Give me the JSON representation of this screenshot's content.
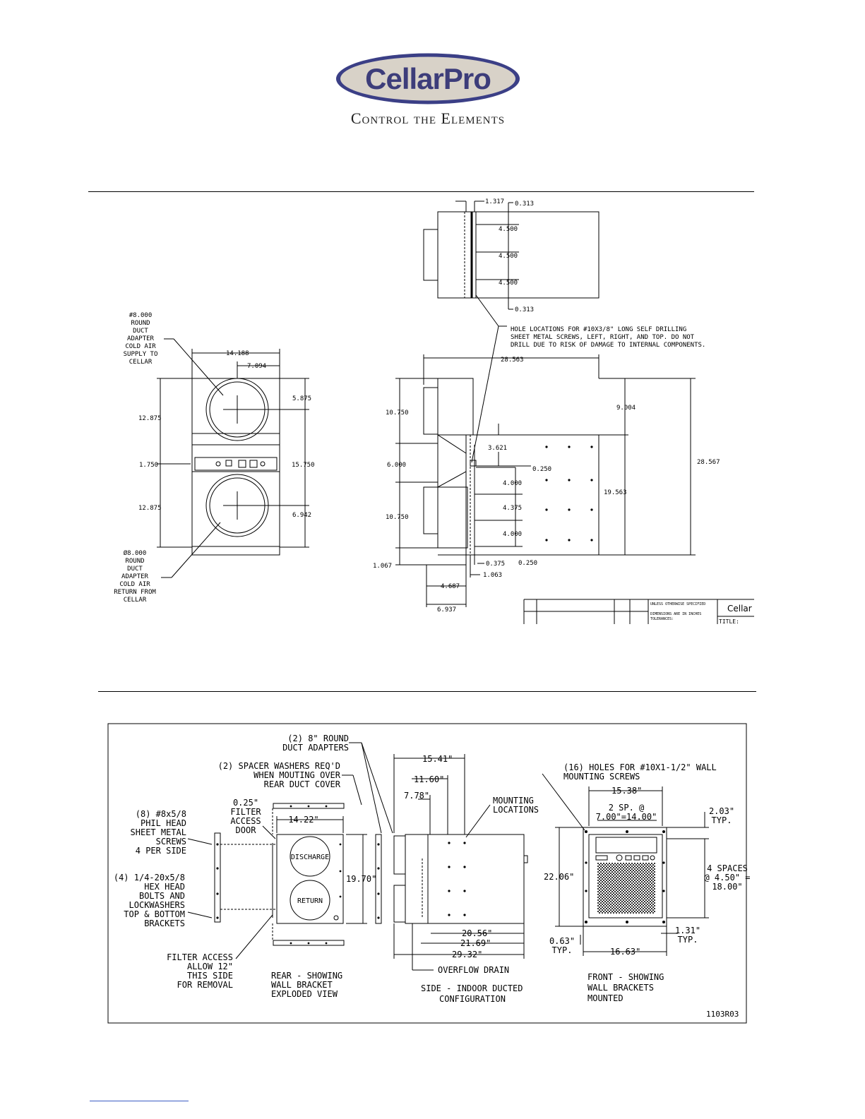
{
  "header": {
    "brand": "CellarPro",
    "tagline": "Control the Elements"
  },
  "colors": {
    "logo_fill": "#d8d2c8",
    "logo_ring": "#3b3f86",
    "logo_text": "#3d3d7a"
  },
  "drawing1": {
    "top_view": {
      "dim_offset": "1.317",
      "dim_margin_top": "0.313",
      "dim_spacing_1": "4.500",
      "dim_spacing_2": "4.500",
      "dim_spacing_3": "4.500",
      "dim_margin_bottom": "0.313"
    },
    "hole_note_1": "HOLE LOCATIONS FOR #10X3/8\" LONG SELF DRILLING",
    "hole_note_2": "SHEET METAL SCREWS, LEFT, RIGHT, AND TOP. DO NOT",
    "hole_note_3": "DRILL DUE TO RISK OF DAMAGE TO INTERNAL COMPONENTS.",
    "supply_label": [
      "#8.000",
      "ROUND",
      "DUCT",
      "ADAPTER",
      "COLD AIR",
      "SUPPLY TO",
      "CELLAR"
    ],
    "return_label": [
      "Ø8.000",
      "ROUND",
      "DUCT",
      "ADAPTER",
      "COLD AIR",
      "RETURN FROM",
      "CELLAR"
    ],
    "front_view": {
      "width": "14.188",
      "half_width": "7.094",
      "upper_height": "12.875",
      "panel_height": "1.750",
      "lower_height": "12.875",
      "top_to_center": "5.875",
      "center_to_center": "15.750",
      "center_to_bottom": "6.942"
    },
    "side_view": {
      "depth": "28.563",
      "upper_duct": "10.750",
      "mid_gap": "6.000",
      "lower_duct": "10.750",
      "base": "1.067",
      "top_offset": "9.004",
      "overall_height": "28.567",
      "screw_height": "19.563",
      "first_hole": "3.621",
      "edge_offset": "0.250",
      "space_1": "4.000",
      "space_2": "4.375",
      "space_3": "4.000",
      "bottom_375": "0.375",
      "bottom_250": "0.250",
      "bottom_1063": "1.063",
      "flange_depth": "4.687",
      "duct_depth": "6.937"
    },
    "title_block": {
      "note_a": "UNLESS OTHERWISE SPECIFIED",
      "note_b": "DIMENSIONS ARE IN INCHES",
      "note_c": "TOLERANCES:",
      "brand": "Cellar",
      "title": "TITLE:"
    }
  },
  "drawing2": {
    "rear": {
      "duct_adapters": [
        "(2) 8\" ROUND",
        "DUCT ADAPTERS"
      ],
      "spacer_washers": [
        "(2) SPACER WASHERS REQ'D",
        "WHEN MOUTING OVER",
        "REAR DUCT COVER"
      ],
      "screws": [
        "(8) #8x5/8",
        "PHIL HEAD",
        "SHEET METAL",
        "SCREWS",
        "4 PER SIDE"
      ],
      "filter_door": [
        "0.25\"",
        "FILTER",
        "ACCESS",
        "DOOR"
      ],
      "width": "14.22\"",
      "height": "19.70\"",
      "bolts": [
        "(4) 1/4-20x5/8",
        "HEX HEAD",
        "BOLTS AND",
        "LOCKWASHERS",
        "TOP & BOTTOM",
        "BRACKETS"
      ],
      "discharge": "DISCHARGE",
      "return": "RETURN",
      "filter_access": [
        "FILTER ACCESS",
        "ALLOW 12\"",
        "THIS SIDE",
        "FOR REMOVAL"
      ],
      "caption": [
        "REAR - SHOWING",
        "WALL BRACKET",
        "EXPLODED VIEW"
      ]
    },
    "side": {
      "d1541": "15.41\"",
      "d1160": "11.60\"",
      "d778": "7.78\"",
      "mounting": [
        "MOUNTING",
        "LOCATIONS"
      ],
      "d2056": "20.56\"",
      "d2169": "21.69\"",
      "d2932": "29.32\"",
      "overflow": "OVERFLOW DRAIN",
      "caption": [
        "SIDE - INDOOR DUCTED",
        "CONFIGURATION"
      ]
    },
    "front": {
      "holes": [
        "(16) HOLES FOR #10X1-1/2\" WALL",
        "MOUNTING SCREWS"
      ],
      "d1538": "15.38\"",
      "spacing": [
        "2 SP. @",
        "7.00\"=14.00\""
      ],
      "d203": [
        "2.03\"",
        "TYP."
      ],
      "d2206": "22.06\"",
      "spaces": [
        "4 SPACES",
        "@ 4.50\" =",
        "18.00\""
      ],
      "d131": [
        "1.31\"",
        "TYP."
      ],
      "d063": [
        "0.63\"",
        "TYP."
      ],
      "d1663": "16.63\"",
      "caption": [
        "FRONT - SHOWING",
        "WALL BRACKETS",
        "MOUNTED"
      ]
    },
    "drawing_no": "1103R03"
  }
}
